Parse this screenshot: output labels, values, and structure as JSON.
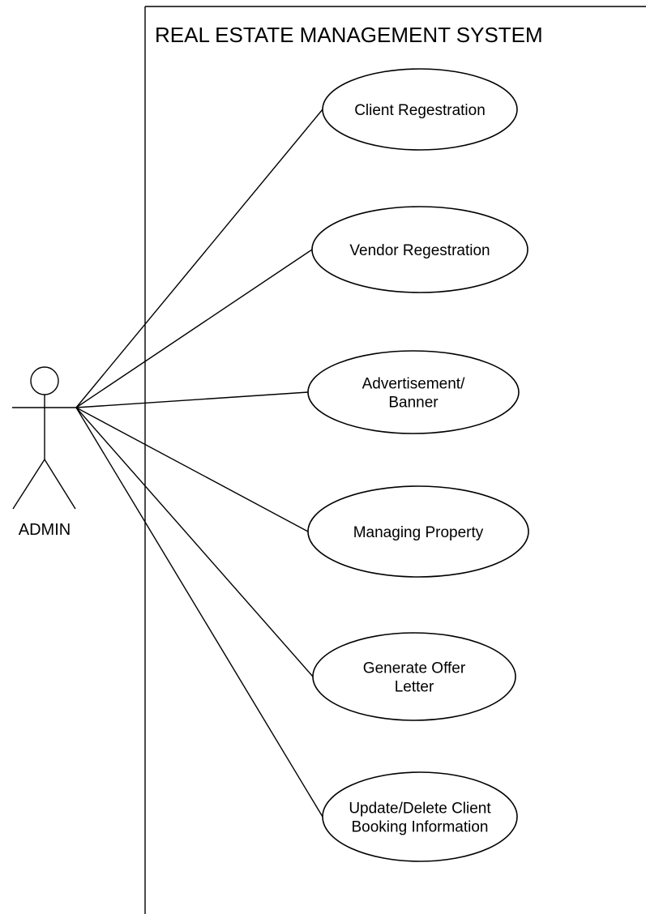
{
  "system": {
    "title": "REAL ESTATE MANAGEMENT SYSTEM"
  },
  "actor": {
    "name": "ADMIN"
  },
  "use_cases": [
    {
      "lines": [
        "Client Regestration"
      ]
    },
    {
      "lines": [
        "Vendor Regestration"
      ]
    },
    {
      "lines": [
        "Advertisement/",
        "Banner"
      ]
    },
    {
      "lines": [
        "Managing Property"
      ]
    },
    {
      "lines": [
        "Generate Offer",
        "Letter"
      ]
    },
    {
      "lines": [
        "Update/Delete Client",
        "Booking Information"
      ]
    }
  ],
  "colors": {
    "line": "#000000",
    "background": "#ffffff"
  }
}
